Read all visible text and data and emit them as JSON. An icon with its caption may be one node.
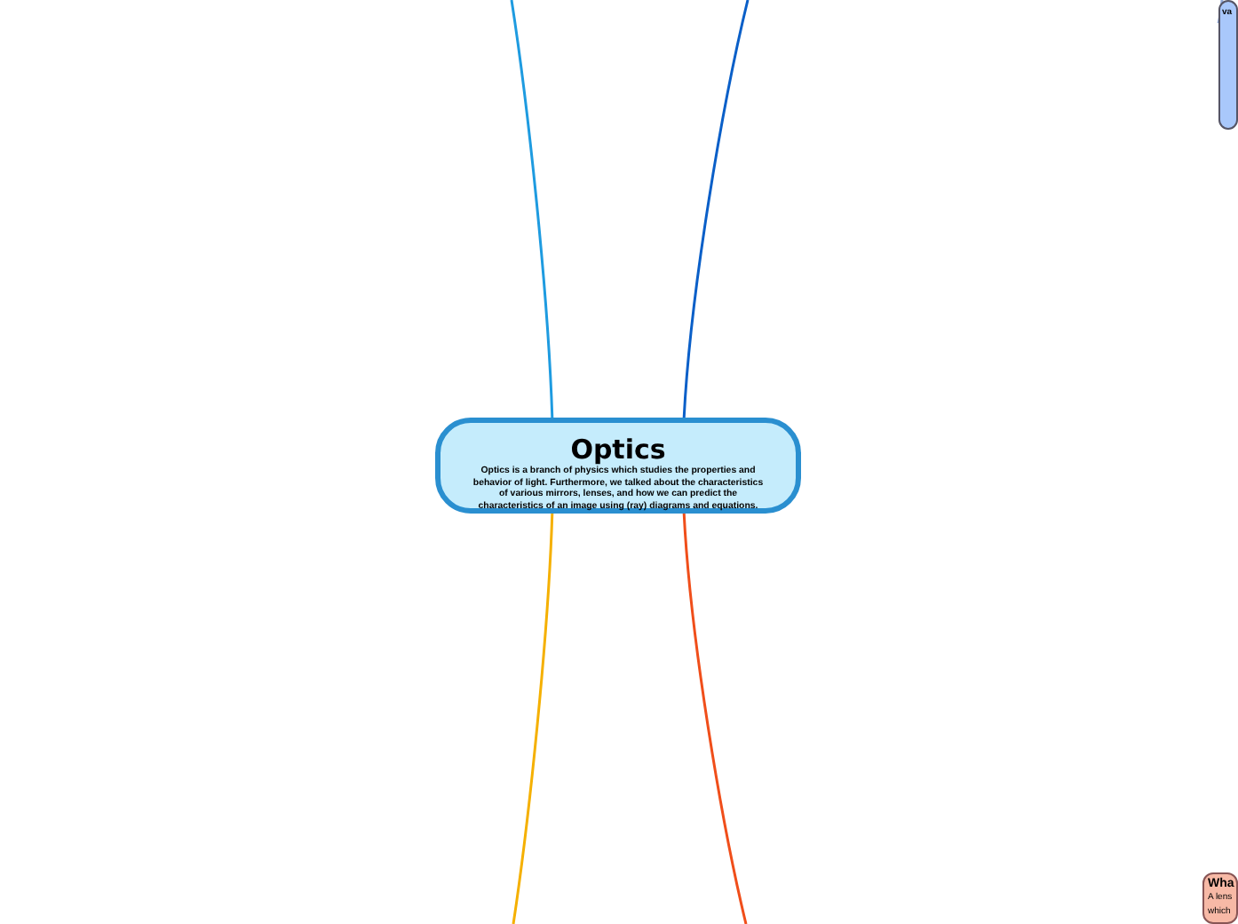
{
  "diagram": {
    "nodes": [
      {
        "text": [
          "Optics",
          "Optics is a branch of physics which studies the properties and behavior of light. Furthermore, we talked about the characteristics of various mirrors, lenses, and how we can predict the characteristics of an image using (ray) diagrams and equations."
        ]
      },
      {
        "text": [
          "va"
        ]
      },
      {
        "text": [
          "Wha",
          "A lens which"
        ]
      }
    ],
    "edges": [
      {
        "from": 0,
        "to": null,
        "arrow": "none",
        "color": "#1e9be0"
      },
      {
        "from": 0,
        "to": null,
        "arrow": "none",
        "color": "#0a5fc8"
      },
      {
        "from": 0,
        "to": null,
        "arrow": "none",
        "color": "#f5b000"
      },
      {
        "from": 0,
        "to": null,
        "arrow": "none",
        "color": "#f04e1a"
      },
      {
        "from": null,
        "to": 1,
        "arrow": "none",
        "color": "#8fa8d8"
      }
    ]
  }
}
